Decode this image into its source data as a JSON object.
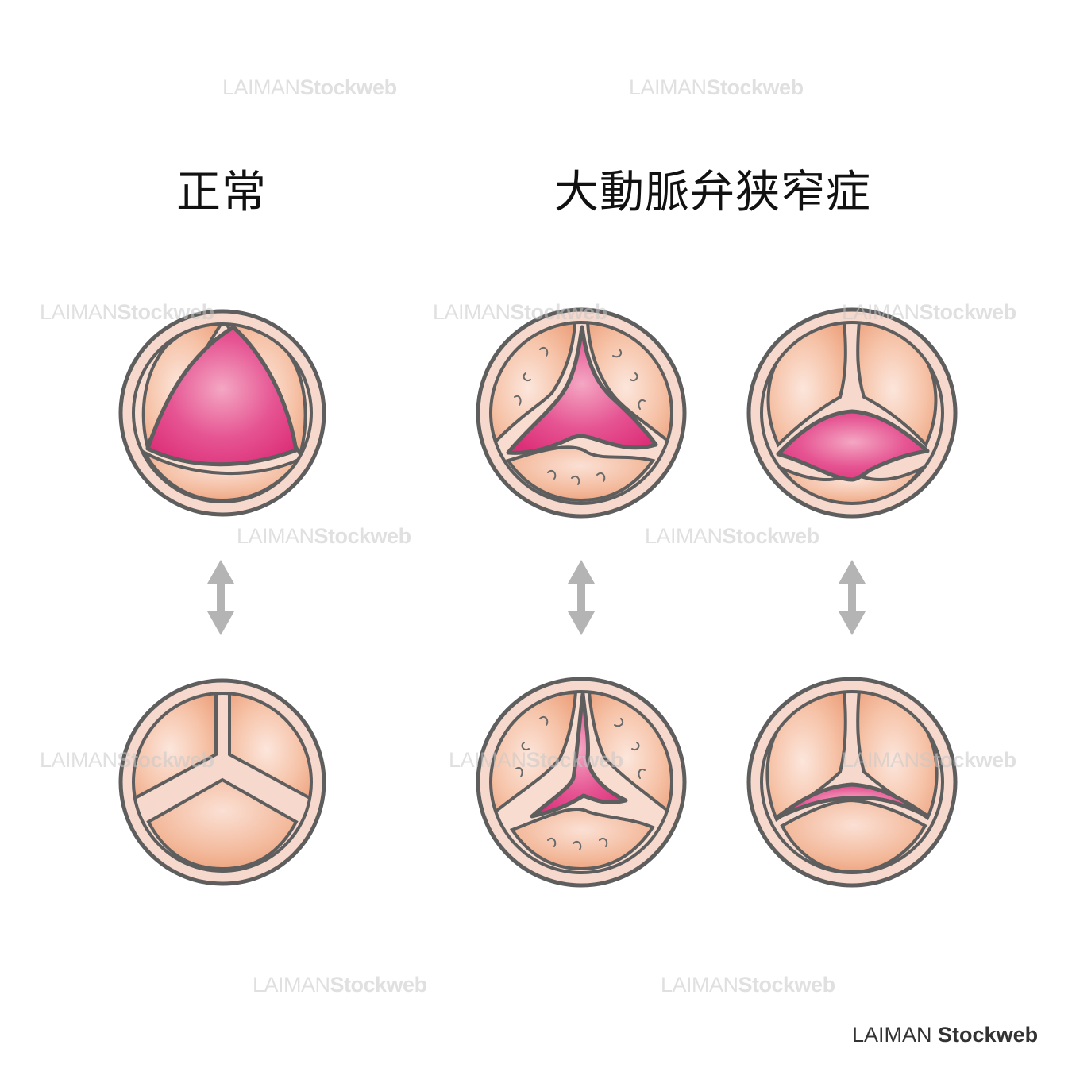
{
  "headings": {
    "normal": "正常",
    "stenosis": "大動脈弁狭窄症"
  },
  "watermark": {
    "text": "LAIMAN",
    "suffix": "Stockweb"
  },
  "logo": {
    "text": "LAIMAN",
    "suffix": "Stockweb"
  },
  "colors": {
    "outline": "#5e5e5e",
    "ring": "#f6d8cc",
    "cusp_light": "#fbe0d4",
    "cusp_dark": "#ec9f7a",
    "opening": "#e03d82",
    "arrow": "#b4b4b4"
  },
  "valves": [
    {
      "name": "normal-open",
      "state": "open"
    },
    {
      "name": "normal-closed",
      "state": "closed"
    },
    {
      "name": "stenosis-tricuspid-open",
      "state": "open"
    },
    {
      "name": "stenosis-tricuspid-closed",
      "state": "closed"
    },
    {
      "name": "stenosis-bicuspid-open",
      "state": "open"
    },
    {
      "name": "stenosis-bicuspid-closed",
      "state": "closed"
    }
  ],
  "arrows": [
    {
      "name": "arrow-normal",
      "icon": "double-arrow-vertical-icon"
    },
    {
      "name": "arrow-stenosis-tricuspid",
      "icon": "double-arrow-vertical-icon"
    },
    {
      "name": "arrow-stenosis-bicuspid",
      "icon": "double-arrow-vertical-icon"
    }
  ]
}
